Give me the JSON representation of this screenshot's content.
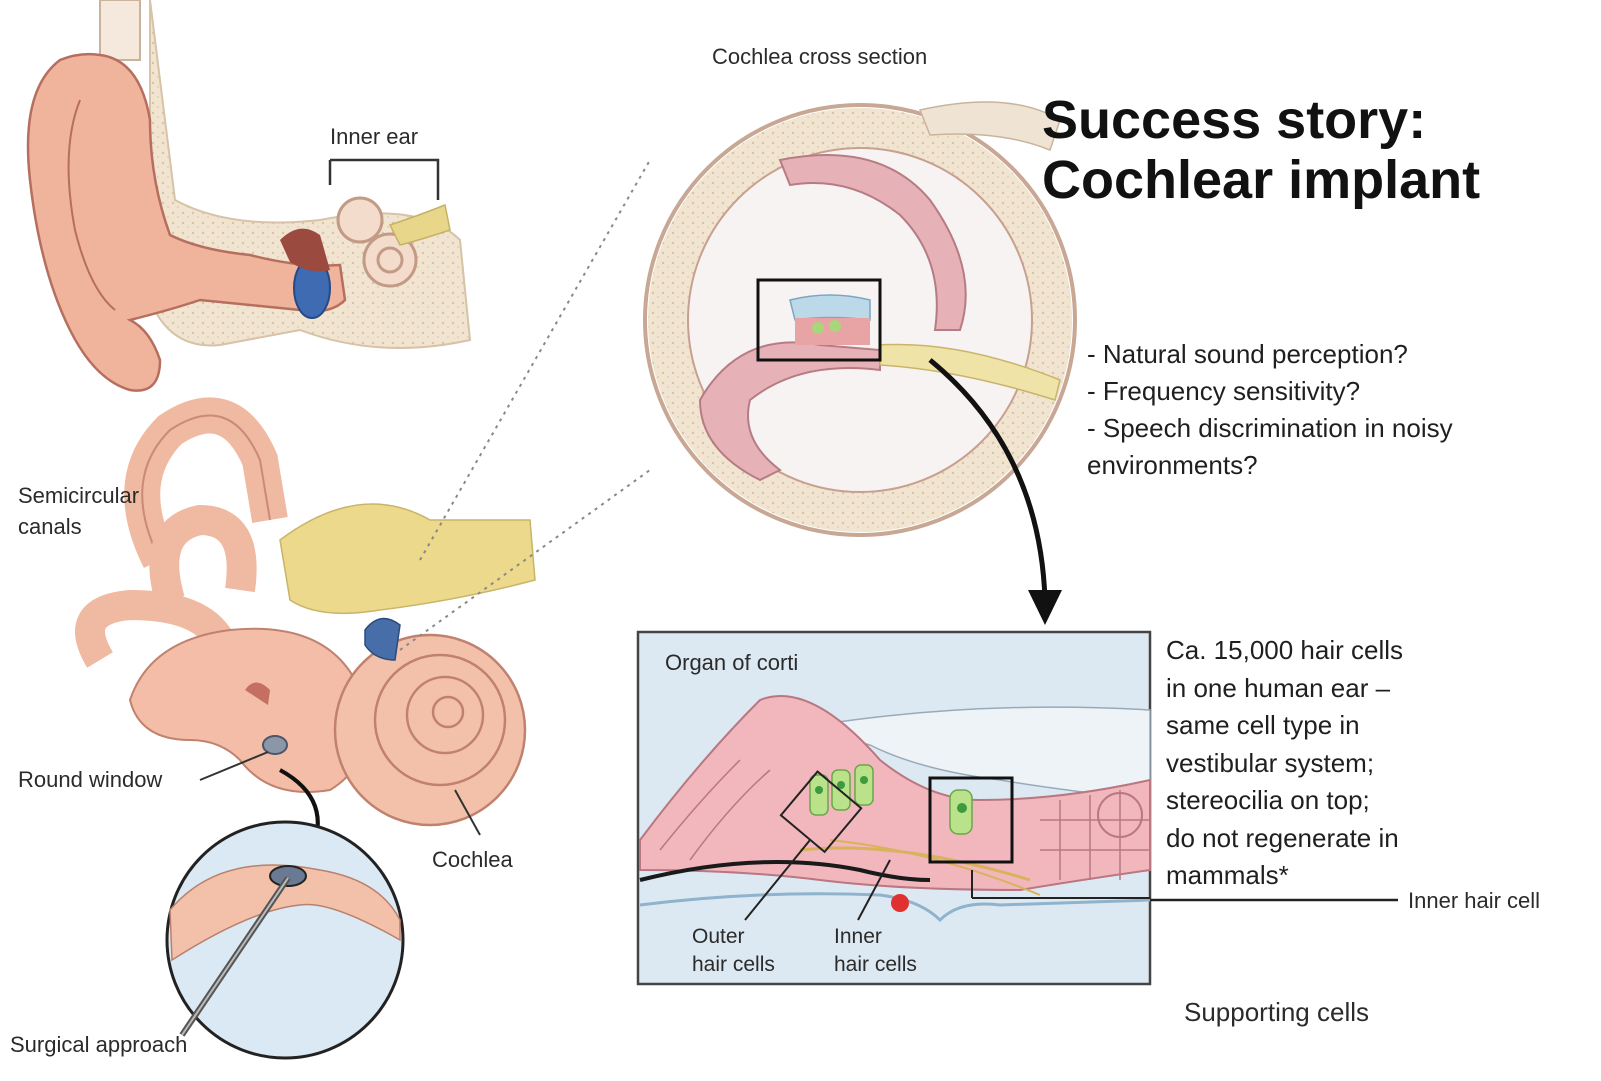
{
  "title": {
    "line1": "Success story:",
    "line2": "Cochlear implant"
  },
  "labels": {
    "cochlea_cross_section": "Cochlea cross section",
    "inner_ear": "Inner ear",
    "semicircular_1": "Semicircular",
    "semicircular_2": "canals",
    "round_window": "Round window",
    "cochlea": "Cochlea",
    "surgical_approach": "Surgical approach",
    "organ_of_corti": "Organ of corti",
    "outer_1": "Outer",
    "outer_2": "hair cells",
    "inner_1": "Inner",
    "inner_2": "hair cells",
    "inner_hair_cell": "Inner hair cell",
    "supporting_cells": "Supporting cells"
  },
  "questions": [
    "- Natural sound perception?",
    "- Frequency sensitivity?",
    "- Speech discrimination in noisy",
    "environments?"
  ],
  "facts": [
    "Ca. 15,000 hair cells",
    "in one human ear –",
    "same cell type in",
    "vestibular system;",
    "stereocilia on top;",
    "do not regenerate in",
    "mammals*"
  ],
  "colors": {
    "skin": "#f2b9a4",
    "skin_dark": "#c98172",
    "bone": "#efe4d4",
    "nerve": "#e9d98a",
    "blue": "#3f6fb6",
    "fluid": "#dbe9f1",
    "cell_pink": "#f1b6bd",
    "hair_green": "#b9e28a"
  }
}
